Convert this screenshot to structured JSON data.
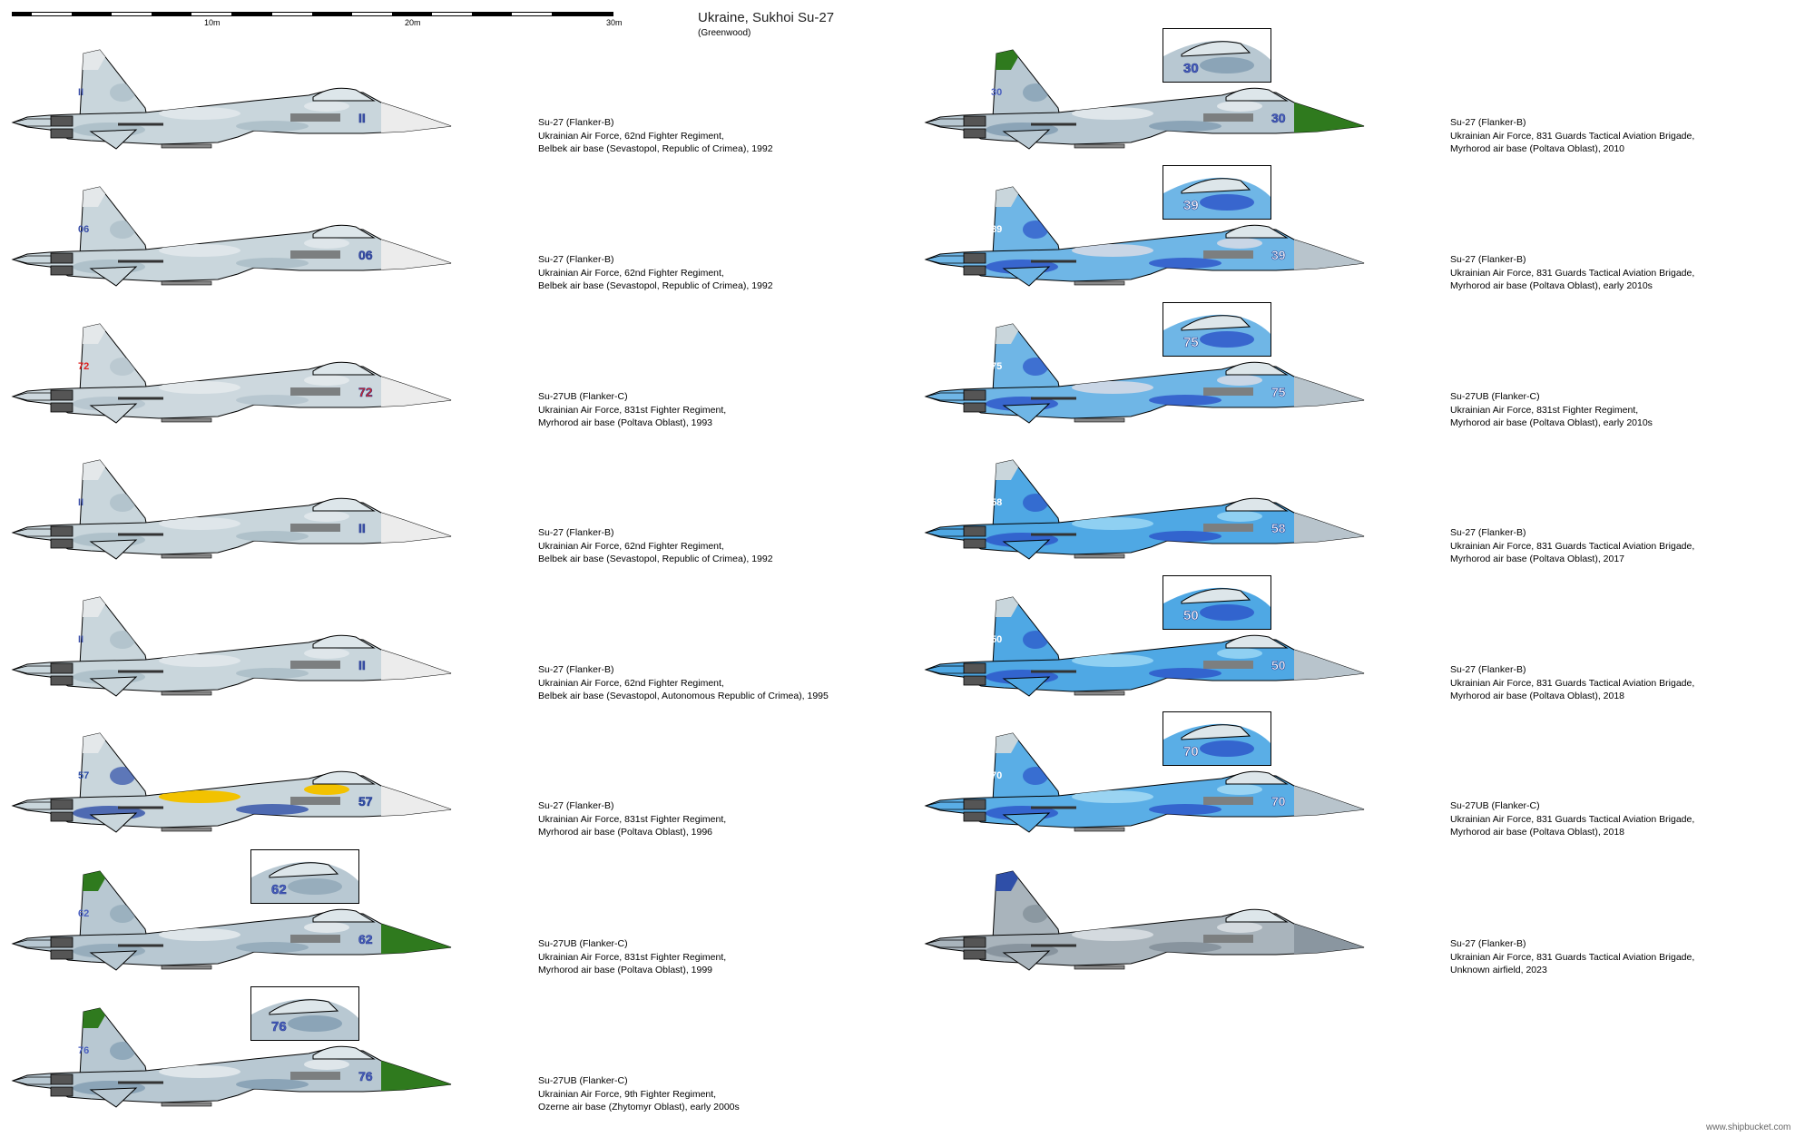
{
  "header": {
    "title": "Ukraine, Sukhoi Su-27",
    "subtitle": "(Greenwood)",
    "scale_labels": [
      "10m",
      "20m",
      "30m"
    ]
  },
  "footer": "www.shipbucket.com",
  "aircraft": [
    {
      "col": 0,
      "row": 0,
      "number": "II",
      "base": "#c9d6dc",
      "camo1": "#a9bcc6",
      "camo2": "#dfe6ea",
      "fin": "#e4e8ea",
      "nose": "#ececec",
      "numColor": "#3a4fa8",
      "inset": false,
      "caption": [
        "Su-27 (Flanker-B)",
        "Ukrainian Air Force, 62nd Fighter Regiment,",
        "Belbek air base (Sevastopol, Republic of Crimea), 1992"
      ]
    },
    {
      "col": 0,
      "row": 1,
      "number": "06",
      "base": "#c9d6dc",
      "camo1": "#a9bcc6",
      "camo2": "#dfe6ea",
      "fin": "#e4e8ea",
      "nose": "#ececec",
      "numColor": "#3a4fa8",
      "inset": false,
      "caption": [
        "Su-27 (Flanker-B)",
        "Ukrainian Air Force, 62nd Fighter Regiment,",
        "Belbek air base (Sevastopol, Republic of Crimea), 1992"
      ]
    },
    {
      "col": 0,
      "row": 2,
      "number": "72",
      "base": "#cdd8de",
      "camo1": "#b3c3cc",
      "camo2": "#e2e8eb",
      "fin": "#e4e8ea",
      "nose": "#ececec",
      "numColor": "#e02020",
      "inset": false,
      "caption": [
        "Su-27UB (Flanker-C)",
        "Ukrainian Air Force, 831st Fighter Regiment,",
        "Myrhorod air base (Poltava Oblast), 1993"
      ]
    },
    {
      "col": 0,
      "row": 3,
      "number": "II",
      "base": "#c9d6dc",
      "camo1": "#a9bcc6",
      "camo2": "#dfe6ea",
      "fin": "#e4e8ea",
      "nose": "#ececec",
      "numColor": "#3a4fa8",
      "inset": false,
      "caption": [
        "Su-27 (Flanker-B)",
        "Ukrainian Air Force, 62nd Fighter Regiment,",
        "Belbek air base (Sevastopol, Republic of Crimea), 1992"
      ]
    },
    {
      "col": 0,
      "row": 4,
      "number": "II",
      "base": "#c9d6dc",
      "camo1": "#a9bcc6",
      "camo2": "#dfe6ea",
      "fin": "#e4e8ea",
      "nose": "#ececec",
      "numColor": "#3a4fa8",
      "inset": false,
      "caption": [
        "Su-27 (Flanker-B)",
        "Ukrainian Air Force, 62nd Fighter Regiment,",
        "Belbek air base (Sevastopol, Autonomous Republic of Crimea), 1995"
      ]
    },
    {
      "col": 0,
      "row": 5,
      "number": "57",
      "base": "#c9d6dc",
      "camo1": "#2f4fa8",
      "camo2": "#f2c200",
      "fin": "#e4e8ea",
      "nose": "#ececec",
      "numColor": "#2f4fa8",
      "inset": false,
      "caption": [
        "Su-27 (Flanker-B)",
        "Ukrainian Air Force, 831st Fighter Regiment,",
        "Myrhorod air base (Poltava Oblast), 1996"
      ]
    },
    {
      "col": 0,
      "row": 6,
      "number": "62",
      "base": "#b8c8d2",
      "camo1": "#8ea6b6",
      "camo2": "#dfe6ea",
      "fin": "#2f7a1e",
      "nose": "#2f7a1e",
      "numColor": "#4a5fc0",
      "inset": true,
      "caption": [
        "Su-27UB (Flanker-C)",
        "Ukrainian Air Force, 831st Fighter Regiment,",
        "Myrhorod air base (Poltava Oblast), 1999"
      ]
    },
    {
      "col": 0,
      "row": 7,
      "number": "76",
      "base": "#b8c8d2",
      "camo1": "#7f9bb0",
      "camo2": "#dfe6ea",
      "fin": "#2f7a1e",
      "nose": "#2f7a1e",
      "numColor": "#4a5fc0",
      "inset": true,
      "caption": [
        "Su-27UB (Flanker-C)",
        "Ukrainian Air Force, 9th Fighter Regiment,",
        "Ozerne air base (Zhytomyr Oblast), early 2000s"
      ]
    },
    {
      "col": 1,
      "row": 0,
      "number": "30",
      "base": "#b8c8d2",
      "camo1": "#7f9bb0",
      "camo2": "#dfe6ea",
      "fin": "#2f7a1e",
      "nose": "#2f7a1e",
      "numColor": "#4a5fc0",
      "inset": true,
      "caption": [
        "Su-27 (Flanker-B)",
        "Ukrainian Air Force, 831 Guards Tactical Aviation Brigade,",
        "Myrhorod air base (Poltava Oblast), 2010"
      ]
    },
    {
      "col": 1,
      "row": 1,
      "number": "39",
      "base": "#6fb6e6",
      "camo1": "#2a52c8",
      "camo2": "#c9d6e6",
      "fin": "#c9d6dc",
      "nose": "#b8c4cc",
      "numColor": "#ffffff",
      "inset": true,
      "caption": [
        "Su-27 (Flanker-B)",
        "Ukrainian Air Force, 831 Guards Tactical Aviation Brigade,",
        "Myrhorod air base (Poltava Oblast), early 2010s"
      ]
    },
    {
      "col": 1,
      "row": 2,
      "number": "75",
      "base": "#6fb6e6",
      "camo1": "#2a52c8",
      "camo2": "#c9d6e6",
      "fin": "#c9d6dc",
      "nose": "#b8c4cc",
      "numColor": "#ffffff",
      "inset": true,
      "caption": [
        "Su-27UB (Flanker-C)",
        "Ukrainian Air Force, 831st Fighter Regiment,",
        "Myrhorod air base (Poltava Oblast), early 2010s"
      ]
    },
    {
      "col": 1,
      "row": 3,
      "number": "58",
      "base": "#4fa8e4",
      "camo1": "#2a52c8",
      "camo2": "#8fd0f2",
      "fin": "#c9d6dc",
      "nose": "#b8c4cc",
      "numColor": "#ffffff",
      "inset": false,
      "caption": [
        "Su-27 (Flanker-B)",
        "Ukrainian Air Force, 831 Guards Tactical Aviation Brigade,",
        "Myrhorod air base (Poltava Oblast), 2017"
      ]
    },
    {
      "col": 1,
      "row": 4,
      "number": "50",
      "base": "#4fa8e4",
      "camo1": "#2a52c8",
      "camo2": "#8fd0f2",
      "fin": "#c9d6dc",
      "nose": "#b8c4cc",
      "numColor": "#ffffff",
      "inset": true,
      "caption": [
        "Su-27 (Flanker-B)",
        "Ukrainian Air Force, 831 Guards Tactical Aviation Brigade,",
        "Myrhorod air base (Poltava Oblast), 2018"
      ]
    },
    {
      "col": 1,
      "row": 5,
      "number": "70",
      "base": "#5aaee6",
      "camo1": "#2a52c8",
      "camo2": "#9ad4f2",
      "fin": "#c9d6dc",
      "nose": "#b8c4cc",
      "numColor": "#ffffff",
      "inset": true,
      "caption": [
        "Su-27UB (Flanker-C)",
        "Ukrainian Air Force, 831 Guards Tactical Aviation Brigade,",
        "Myrhorod air base (Poltava Oblast), 2018"
      ]
    },
    {
      "col": 1,
      "row": 6,
      "number": "",
      "base": "#a9b4bc",
      "camo1": "#7f8c96",
      "camo2": "#d4dadf",
      "fin": "#2f4fa8",
      "nose": "#8a96a0",
      "numColor": "#ffffff",
      "inset": false,
      "caption": [
        "Su-27 (Flanker-B)",
        "Ukrainian Air Force, 831 Guards Tactical Aviation Brigade,",
        "Unknown airfield, 2023"
      ]
    }
  ]
}
